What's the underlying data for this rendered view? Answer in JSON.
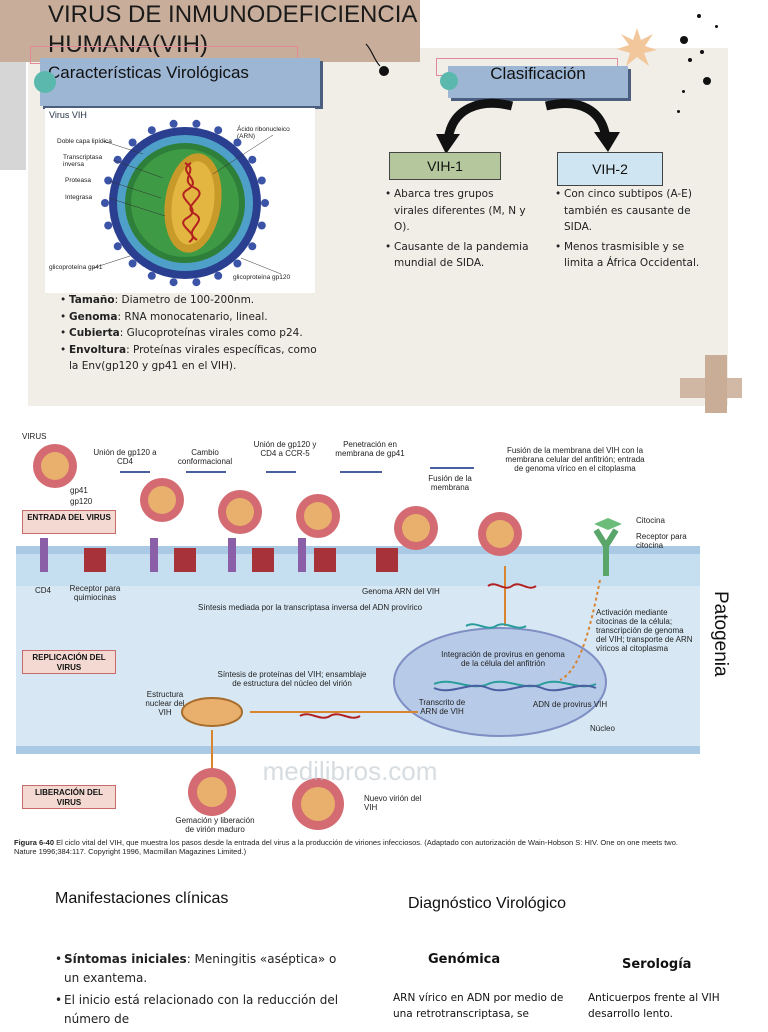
{
  "title": "VIRUS DE INMUNODEFICIENCIA HUMANA(VIH)",
  "characteristics": {
    "header": "Características Virológicas",
    "figure": {
      "title": "Virus VIH",
      "labels": [
        "Doble capa lipídica",
        "Transcriptasa inversa",
        "Proteasa",
        "Integrasa",
        "Ácido ribonucleico (ARN)",
        "glicoproteína gp41",
        "glicoproteína gp120"
      ]
    },
    "properties": [
      {
        "term": "Tamaño",
        "text": ": Diametro de 100-200nm."
      },
      {
        "term": "Genoma",
        "text": ": RNA monocatenario, lineal."
      },
      {
        "term": "Cubierta",
        "text": ": Glucoproteínas virales como p24."
      },
      {
        "term": "Envoltura",
        "text": ": Proteínas virales específicas, como la Env(gp120 y gp41 en el VIH)."
      }
    ]
  },
  "classification": {
    "header": "Clasificación",
    "vih1": {
      "label": "VIH-1",
      "bullets": [
        "Abarca tres grupos virales diferentes (M, N y O).",
        "Causante de la pandemia mundial de SIDA."
      ]
    },
    "vih2": {
      "label": "VIH-2",
      "bullets": [
        "Con cinco subtipos (A-E) también es causante de SIDA.",
        "Menos trasmisible y se limita a África Occidental."
      ]
    }
  },
  "pathogenesis": {
    "side_label": "Patogenia",
    "stages": [
      "ENTRADA DEL VIRUS",
      "REPLICACIÓN DEL VIRUS",
      "LIBERACIÓN DEL VIRUS"
    ],
    "labels": {
      "virus": "VIRUS",
      "gp41": "gp41",
      "gp120": "gp120",
      "step1": "Unión de gp120 a CD4",
      "step2": "Cambio conformacional",
      "step3": "Unión de gp120 y CD4 a CCR-5",
      "step4": "Penetración en membrana de gp41",
      "step5": "Fusión de la membrana",
      "step6": "Fusión de la membrana del VIH con la membrana celular del anfitrión; entrada de genoma vírico en el citoplasma",
      "citocina": "Citocina",
      "receptor_citocina": "Receptor para citocina",
      "cd4": "CD4",
      "receptor_quimiocinas": "Receptor para quimiocinas",
      "genoma_arn": "Genoma ARN del VIH",
      "sintesis_adn": "Síntesis mediada por la transcriptasa inversa del ADN provírico",
      "activacion": "Activación mediante citocinas de la célula; transcripción de genoma del VIH; transporte de ARN víricos al citoplasma",
      "integracion": "Integración de provirus en genoma de la célula del anfitrión",
      "sintesis_proteinas": "Síntesis de proteínas del VIH; ensamblaje de estructura del núcleo del virión",
      "estructura": "Estructura nuclear del VIH",
      "transcrito": "Transcrito de ARN de VIH",
      "adn_provirus": "ADN de provirus VIH",
      "nucleo": "Núcleo",
      "gemacion": "Gemación y liberación de virión maduro",
      "nuevo_virion": "Nuevo virión del VIH",
      "watermark": "medilibros.com"
    },
    "caption_bold": "Figura 6-40",
    "caption": " El ciclo vital del VIH, que muestra los pasos desde la entrada del virus a la producción de viriones infecciosos. (Adaptado con autorización de Wain-Hobson S: HIV. One on one meets two. Nature 1996;384:117. Copyright 1996, Macmillan Magazines Limited.)"
  },
  "clinical": {
    "header": "Manifestaciones clínicas",
    "bullets": [
      {
        "term": "Síntomas iniciales",
        "text": ": Meningitis «aséptica» o un exantema."
      },
      {
        "term": "",
        "text": "El inicio está relacionado con la reducción del número de"
      }
    ]
  },
  "diagnosis": {
    "header": "Diagnóstico Virológico",
    "genomic": {
      "title": "Genómica",
      "text": "ARN vírico en ADN por medio de una retrotranscriptasa, se"
    },
    "serology": {
      "title": "Serología",
      "text": "Anticuerpos frente al VIH desarrollo lento."
    }
  },
  "colors": {
    "header_blue": "#9db6d3",
    "teal_dot": "#5ab8ad",
    "vih1_green": "#b4c79d",
    "vih2_blue": "#cfe5f1",
    "kraft": "#c7ad9a"
  }
}
